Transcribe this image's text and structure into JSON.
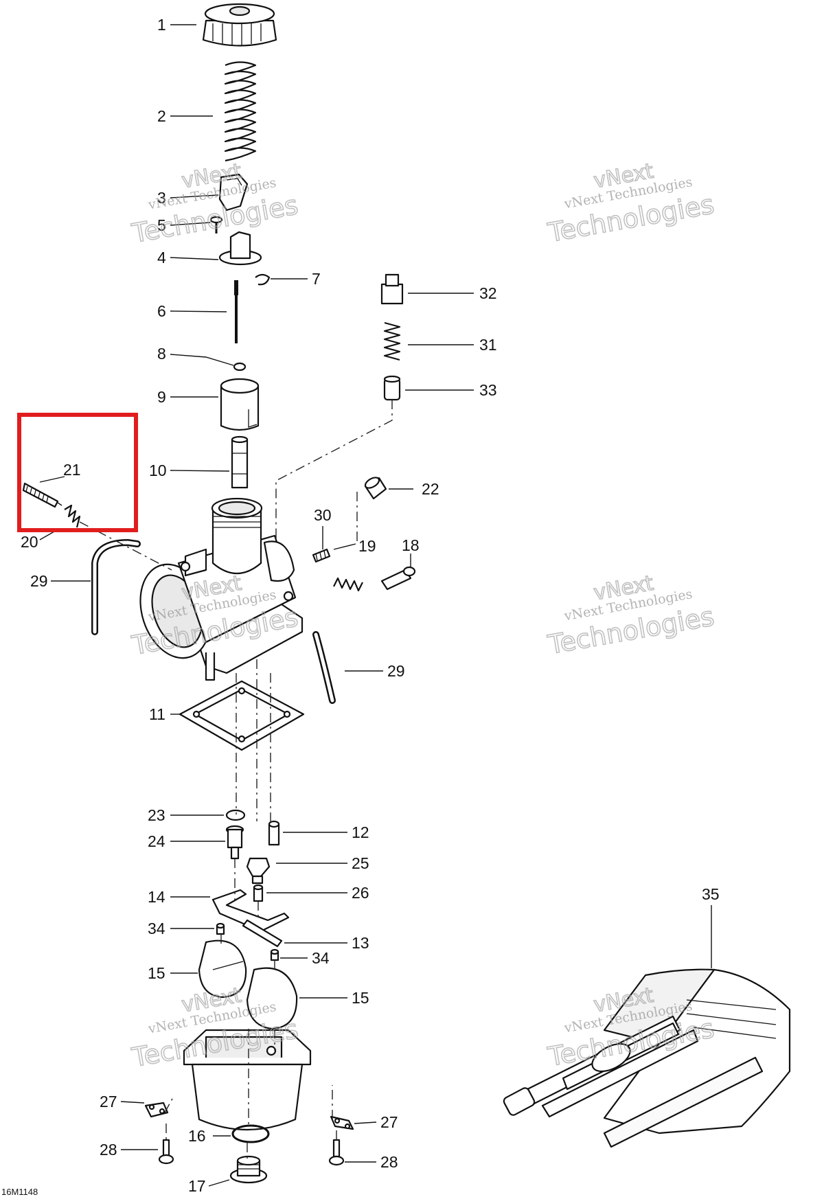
{
  "figure": {
    "ref_code": "16M1148",
    "highlight_color": "#e11d1d"
  },
  "watermark": {
    "brand_top": "vNext",
    "brand_line": "vNext Technologies",
    "brand_big": "Technologies"
  },
  "callouts": [
    "1",
    "2",
    "3",
    "5",
    "4",
    "7",
    "6",
    "8",
    "9",
    "10",
    "32",
    "31",
    "33",
    "21",
    "22",
    "20",
    "30",
    "19",
    "18",
    "29",
    "29",
    "11",
    "23",
    "12",
    "24",
    "25",
    "14",
    "26",
    "34",
    "13",
    "34",
    "15",
    "15",
    "27",
    "27",
    "16",
    "28",
    "17",
    "28",
    "35"
  ]
}
